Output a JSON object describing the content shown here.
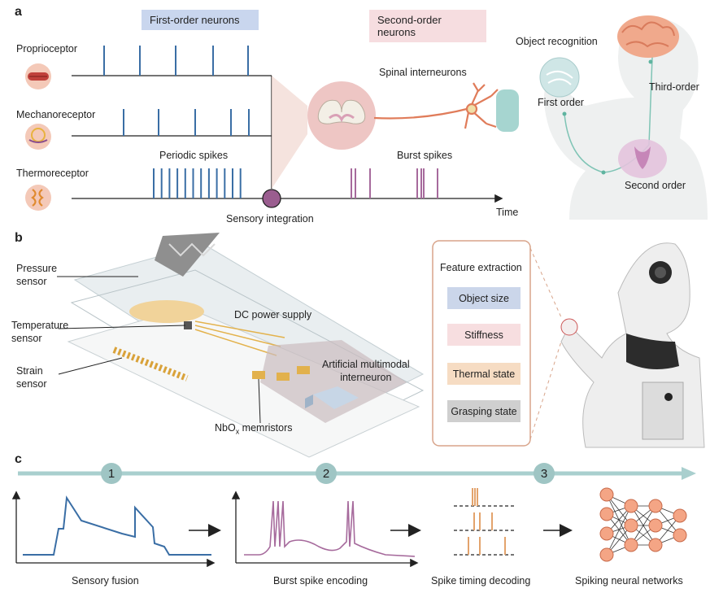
{
  "panels": {
    "a": "a",
    "b": "b",
    "c": "c"
  },
  "panel_a": {
    "first_order_tag": "First-order neurons",
    "second_order_tag": "Second-order neurons",
    "receptors": [
      "Proprioceptor",
      "Mechanoreceptor",
      "Thermoreceptor"
    ],
    "periodic_spikes": "Periodic spikes",
    "burst_spikes": "Burst spikes",
    "sensory_integration": "Sensory integration",
    "time": "Time",
    "spinal_interneurons": "Spinal interneurons",
    "object_recognition": "Object recognition",
    "third_order": "Third-order",
    "first_order": "First order",
    "second_order": "Second order"
  },
  "panel_b": {
    "pressure_sensor": [
      "Pressure",
      "sensor"
    ],
    "temperature_sensor": [
      "Temperature",
      "sensor"
    ],
    "strain_sensor": [
      "Strain",
      "sensor"
    ],
    "dc_power": "DC power supply",
    "interneuron": [
      "Artificial multimodal",
      "interneuron"
    ],
    "memristors_prefix": "NbO",
    "memristors_sub": "x",
    "memristors_suffix": " memristors",
    "feature_extraction": "Feature extraction",
    "features": [
      "Object size",
      "Stiffness",
      "Thermal state",
      "Grasping state"
    ]
  },
  "panel_c": {
    "steps": [
      "1",
      "2",
      "3"
    ],
    "captions": [
      "Sensory fusion",
      "Burst spike encoding",
      "Spike timing decoding",
      "Spiking neural networks"
    ]
  },
  "colors": {
    "spike_blue": "#3a6ea5",
    "spike_purple": "#a66a9c",
    "spike_orange": "#e3a36c",
    "tag_blue": "#c9d6ee",
    "tag_pink": "#f6dde0",
    "timeline": "#a9cfce",
    "frame": "#d8a48a",
    "feat_blue": "#cbd6ea",
    "feat_pink": "#f7dee0",
    "feat_orange": "#f6dcc3",
    "feat_gray": "#cfcfcf",
    "node_orange": "#f4a585"
  },
  "icons": [
    "proprioceptor-icon",
    "mechanoreceptor-icon",
    "thermoreceptor-icon",
    "spinal-cord-icon",
    "neuron-icon",
    "brain-icon",
    "robot-icon",
    "device-stack-icon",
    "neural-network-icon"
  ]
}
